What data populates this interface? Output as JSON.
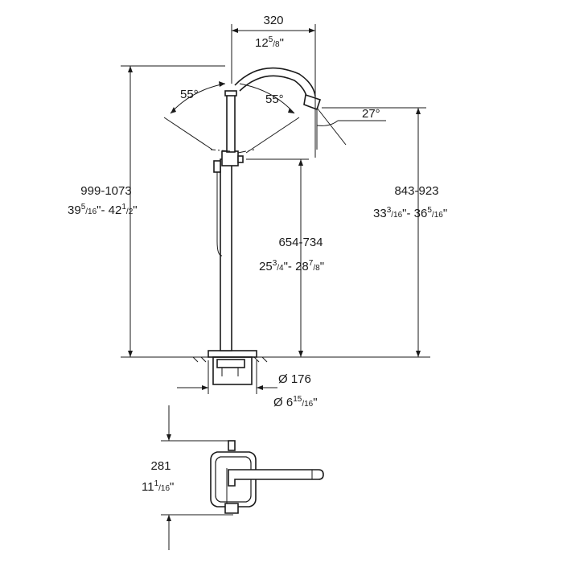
{
  "dimensions": {
    "top_width": {
      "value": "320",
      "inch_whole": "12",
      "inch_num": "5",
      "inch_den": "8",
      "inch_mark": "\""
    },
    "angle_left": "55°",
    "angle_right": "55°",
    "angle_spout": "27°",
    "height_total": {
      "value": "999-1073",
      "a_whole": "39",
      "a_num": "5",
      "a_den": "16",
      "sep": "\"- ",
      "b_whole": "42",
      "b_num": "1",
      "b_den": "2",
      "mark": "\""
    },
    "height_spout": {
      "value": "843-923",
      "a_whole": "33",
      "a_num": "3",
      "a_den": "16",
      "sep": "\"- ",
      "b_whole": "36",
      "b_num": "5",
      "b_den": "16",
      "mark": "\""
    },
    "height_mixer": {
      "value": "654-734",
      "a_whole": "25",
      "a_num": "3",
      "a_den": "4",
      "sep": "\"- ",
      "b_whole": "28",
      "b_num": "7",
      "b_den": "8",
      "mark": "\""
    },
    "base_diameter": {
      "value": "Ø 176",
      "inch_whole": "Ø 6",
      "inch_num": "15",
      "inch_den": "16",
      "inch_mark": "\""
    },
    "plan_depth": {
      "value": "281",
      "inch_whole": "11",
      "inch_num": "1",
      "inch_den": "16",
      "inch_mark": "\""
    }
  }
}
